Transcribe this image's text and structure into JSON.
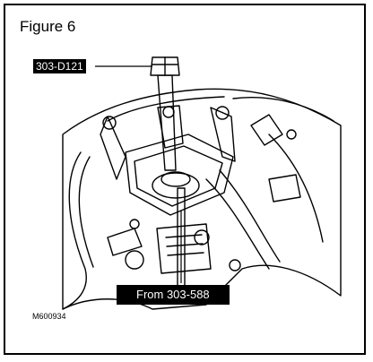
{
  "figure": {
    "title": "Figure 6",
    "figure_id": "M600934"
  },
  "callouts": {
    "tool_label": "303-D121",
    "source_label": "From 303-588"
  }
}
